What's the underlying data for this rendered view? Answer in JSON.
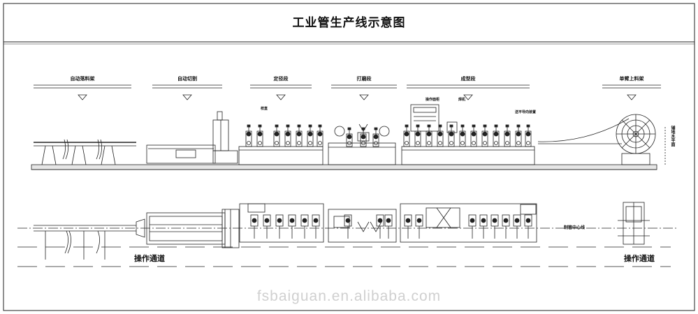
{
  "title": "工业管生产线示意图",
  "sections": [
    {
      "id": "auto-unloading-rack",
      "label": "自动落料架"
    },
    {
      "id": "auto-cutting",
      "label": "自动切割"
    },
    {
      "id": "sizing-section",
      "label": "定径段"
    },
    {
      "id": "grinding-section",
      "label": "打磨段"
    },
    {
      "id": "forming-section",
      "label": "成型段"
    },
    {
      "id": "single-arm-loading-rack",
      "label": "单臂上料架"
    }
  ],
  "small_labels": [
    {
      "id": "straightener",
      "label": "校直"
    },
    {
      "id": "operation-cabinet",
      "label": "操作面柜"
    },
    {
      "id": "welding-machine",
      "label": "焊机"
    },
    {
      "id": "strip-guide-device",
      "label": "送平导向装置"
    }
  ],
  "plan_label": "制管中心线",
  "passages": [
    "操作通道",
    "操作通道"
  ],
  "side_label": "铺地水平面",
  "watermark": "fsbaiguan.en.alibaba.com"
}
